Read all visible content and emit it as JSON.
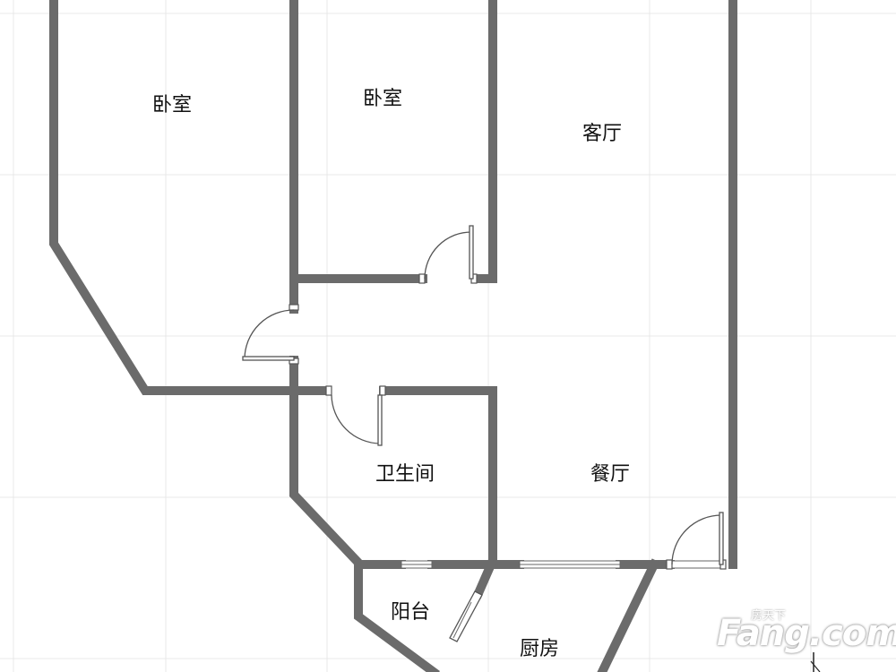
{
  "rooms": {
    "bedroom_left": "卧室",
    "bedroom_middle": "卧室",
    "living_room": "客厅",
    "bathroom": "卫生间",
    "dining_room": "餐厅",
    "balcony": "阳台",
    "kitchen": "厨房"
  },
  "watermark": {
    "brand": "Fang.com",
    "brand_cn": "房天下"
  },
  "colors": {
    "wall": "#6b6b6b",
    "grid": "#e8e8e8",
    "background": "#ffffff"
  }
}
